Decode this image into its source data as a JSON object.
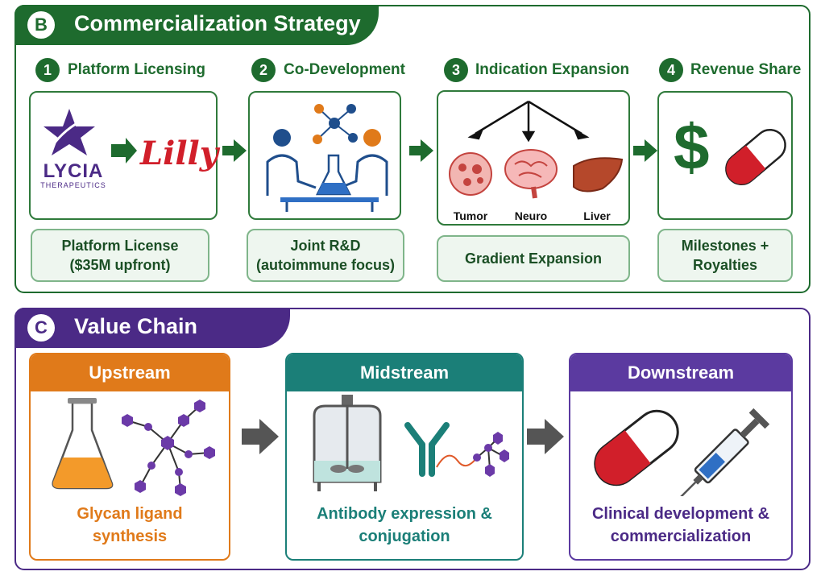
{
  "commercialization": {
    "letter": "B",
    "title": "Commercialization Strategy",
    "colors": {
      "primary": "#1e6b2e",
      "label_bg": "#eef6ef"
    },
    "steps": [
      {
        "num": "1",
        "title": "Platform Licensing",
        "icon": "licensing-partners-icon",
        "partners": {
          "lycia_name": "LYCIA",
          "lycia_sub": "THERAPEUTICS",
          "lilly_name": "Lilly"
        },
        "label_lines": [
          "Platform License",
          "($35M upfront)"
        ]
      },
      {
        "num": "2",
        "title": "Co-Development",
        "icon": "joint-lab-icon",
        "label_lines": [
          "Joint R&D",
          "(autoimmune focus)"
        ]
      },
      {
        "num": "3",
        "title": "Indication Expansion",
        "icon": "indication-tree-icon",
        "organs": [
          "Tumor",
          "Neuro",
          "Liver"
        ],
        "label_lines": [
          "Gradient Expansion"
        ]
      },
      {
        "num": "4",
        "title": "Revenue Share",
        "icon": "revenue-icon",
        "label_lines": [
          "Milestones +",
          "Royalties"
        ]
      }
    ]
  },
  "value_chain": {
    "letter": "C",
    "title": "Value Chain",
    "stages": [
      {
        "name": "Upstream",
        "color": "#e07a1a",
        "icon": "glycan-synthesis-icon",
        "lines": [
          "Glycan ligand",
          "synthesis"
        ]
      },
      {
        "name": "Midstream",
        "color": "#1b7f78",
        "icon": "bioreactor-antibody-icon",
        "lines": [
          "Antibody expression &",
          "conjugation"
        ]
      },
      {
        "name": "Downstream",
        "color": "#5b3aa0",
        "icon": "capsule-syringe-icon",
        "lines": [
          "Clinical development &",
          "commercialization"
        ]
      }
    ]
  }
}
